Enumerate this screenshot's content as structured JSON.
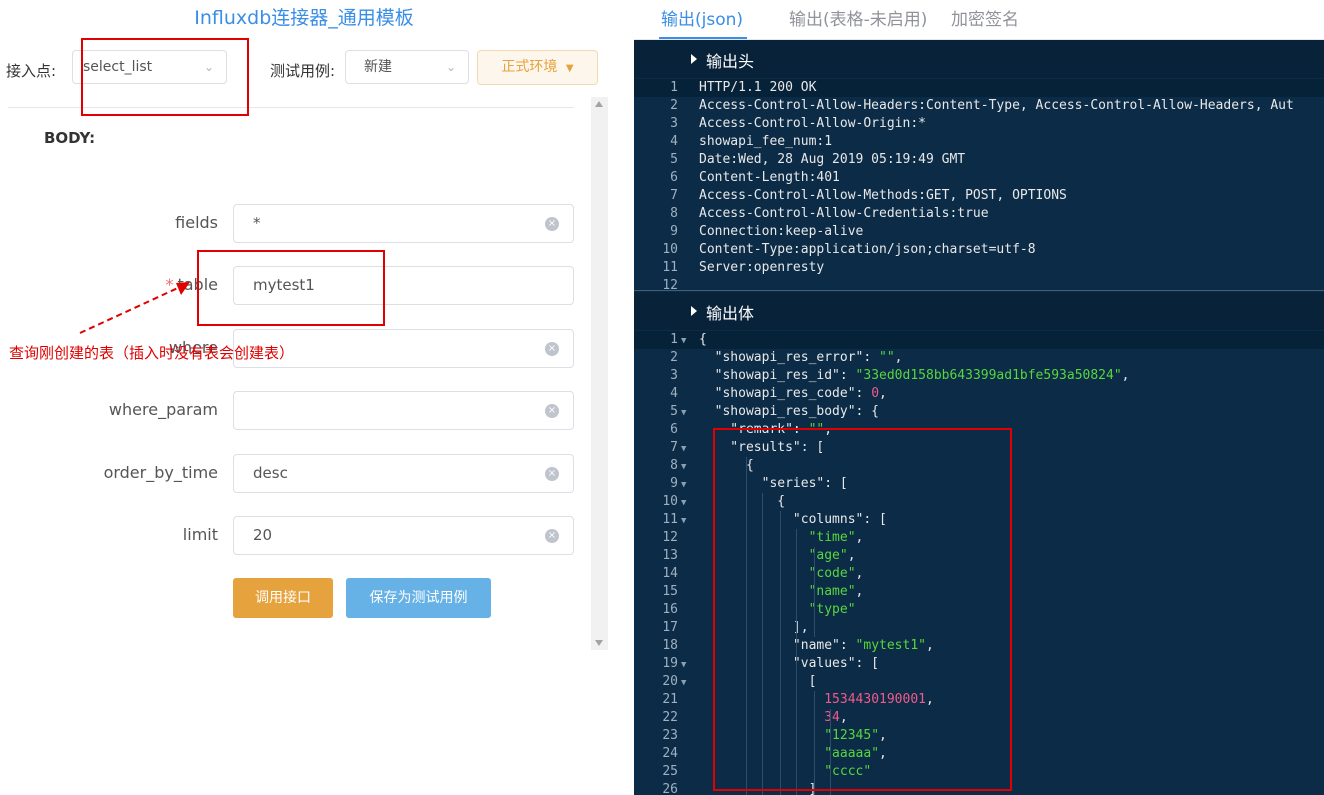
{
  "left": {
    "title": "Influxdb连接器_通用模板",
    "access_point_label": "接入点:",
    "access_point_value": "select_list",
    "test_case_label": "测试用例:",
    "test_case_value": "新建",
    "env_button": "正式环境",
    "body_label": "BODY:",
    "fields": [
      {
        "label": "fields",
        "value": "*",
        "required": false
      },
      {
        "label": "table",
        "value": "mytest1",
        "required": true
      },
      {
        "label": "where",
        "value": "",
        "required": false
      },
      {
        "label": "where_param",
        "value": "",
        "required": false
      },
      {
        "label": "order_by_time",
        "value": "desc",
        "required": false
      },
      {
        "label": "limit",
        "value": "20",
        "required": false
      }
    ],
    "call_button": "调用接口",
    "save_button": "保存为测试用例",
    "annotation": "查询刚创建的表（插入时没有表会创建表）"
  },
  "right": {
    "tabs": [
      "输出(json)",
      "输出(表格-未启用)",
      "加密签名"
    ],
    "active_tab": 0,
    "header_section_title": "输出头",
    "body_section_title": "输出体",
    "header_lines": [
      "HTTP/1.1 200 OK",
      "Access-Control-Allow-Headers:Content-Type, Access-Control-Allow-Headers, Aut",
      "Access-Control-Allow-Origin:*",
      "showapi_fee_num:1",
      "Date:Wed, 28 Aug 2019 05:19:49 GMT",
      "Content-Length:401",
      "Access-Control-Allow-Methods:GET, POST, OPTIONS",
      "Access-Control-Allow-Credentials:true",
      "Connection:keep-alive",
      "Content-Type:application/json;charset=utf-8",
      "Server:openresty",
      ""
    ],
    "body_lines": [
      {
        "n": "1",
        "fold": true,
        "parts": [
          [
            "p",
            "{"
          ]
        ]
      },
      {
        "n": "2",
        "fold": false,
        "parts": [
          [
            "p",
            "  \"showapi_res_error\": "
          ],
          [
            "s",
            "\"\""
          ],
          [
            "p",
            ","
          ]
        ]
      },
      {
        "n": "3",
        "fold": false,
        "parts": [
          [
            "p",
            "  \"showapi_res_id\": "
          ],
          [
            "s",
            "\"33ed0d158bb643399ad1bfe593a50824\""
          ],
          [
            "p",
            ","
          ]
        ]
      },
      {
        "n": "4",
        "fold": false,
        "parts": [
          [
            "p",
            "  \"showapi_res_code\": "
          ],
          [
            "n",
            "0"
          ],
          [
            "p",
            ","
          ]
        ]
      },
      {
        "n": "5",
        "fold": true,
        "parts": [
          [
            "p",
            "  \"showapi_res_body\": {"
          ]
        ]
      },
      {
        "n": "6",
        "fold": false,
        "parts": [
          [
            "p",
            "    \"remark\": "
          ],
          [
            "s",
            "\"\""
          ],
          [
            "p",
            ","
          ]
        ]
      },
      {
        "n": "7",
        "fold": true,
        "parts": [
          [
            "p",
            "    \"results\": ["
          ]
        ]
      },
      {
        "n": "8",
        "fold": true,
        "parts": [
          [
            "p",
            "      {"
          ]
        ]
      },
      {
        "n": "9",
        "fold": true,
        "parts": [
          [
            "p",
            "        \"series\": ["
          ]
        ]
      },
      {
        "n": "10",
        "fold": true,
        "parts": [
          [
            "p",
            "          {"
          ]
        ]
      },
      {
        "n": "11",
        "fold": true,
        "parts": [
          [
            "p",
            "            \"columns\": ["
          ]
        ]
      },
      {
        "n": "12",
        "fold": false,
        "parts": [
          [
            "p",
            "              "
          ],
          [
            "s",
            "\"time\""
          ],
          [
            "p",
            ","
          ]
        ]
      },
      {
        "n": "13",
        "fold": false,
        "parts": [
          [
            "p",
            "              "
          ],
          [
            "s",
            "\"age\""
          ],
          [
            "p",
            ","
          ]
        ]
      },
      {
        "n": "14",
        "fold": false,
        "parts": [
          [
            "p",
            "              "
          ],
          [
            "s",
            "\"code\""
          ],
          [
            "p",
            ","
          ]
        ]
      },
      {
        "n": "15",
        "fold": false,
        "parts": [
          [
            "p",
            "              "
          ],
          [
            "s",
            "\"name\""
          ],
          [
            "p",
            ","
          ]
        ]
      },
      {
        "n": "16",
        "fold": false,
        "parts": [
          [
            "p",
            "              "
          ],
          [
            "s",
            "\"type\""
          ]
        ]
      },
      {
        "n": "17",
        "fold": false,
        "parts": [
          [
            "p",
            "            ],"
          ]
        ]
      },
      {
        "n": "18",
        "fold": false,
        "parts": [
          [
            "p",
            "            \"name\": "
          ],
          [
            "s",
            "\"mytest1\""
          ],
          [
            "p",
            ","
          ]
        ]
      },
      {
        "n": "19",
        "fold": true,
        "parts": [
          [
            "p",
            "            \"values\": ["
          ]
        ]
      },
      {
        "n": "20",
        "fold": true,
        "parts": [
          [
            "p",
            "              ["
          ]
        ]
      },
      {
        "n": "21",
        "fold": false,
        "parts": [
          [
            "p",
            "                "
          ],
          [
            "n",
            "1534430190001"
          ],
          [
            "p",
            ","
          ]
        ]
      },
      {
        "n": "22",
        "fold": false,
        "parts": [
          [
            "p",
            "                "
          ],
          [
            "n",
            "34"
          ],
          [
            "p",
            ","
          ]
        ]
      },
      {
        "n": "23",
        "fold": false,
        "parts": [
          [
            "p",
            "                "
          ],
          [
            "s",
            "\"12345\""
          ],
          [
            "p",
            ","
          ]
        ]
      },
      {
        "n": "24",
        "fold": false,
        "parts": [
          [
            "p",
            "                "
          ],
          [
            "s",
            "\"aaaaa\""
          ],
          [
            "p",
            ","
          ]
        ]
      },
      {
        "n": "25",
        "fold": false,
        "parts": [
          [
            "p",
            "                "
          ],
          [
            "s",
            "\"cccc\""
          ]
        ]
      },
      {
        "n": "26",
        "fold": false,
        "parts": [
          [
            "p",
            "              ]"
          ]
        ]
      }
    ]
  }
}
